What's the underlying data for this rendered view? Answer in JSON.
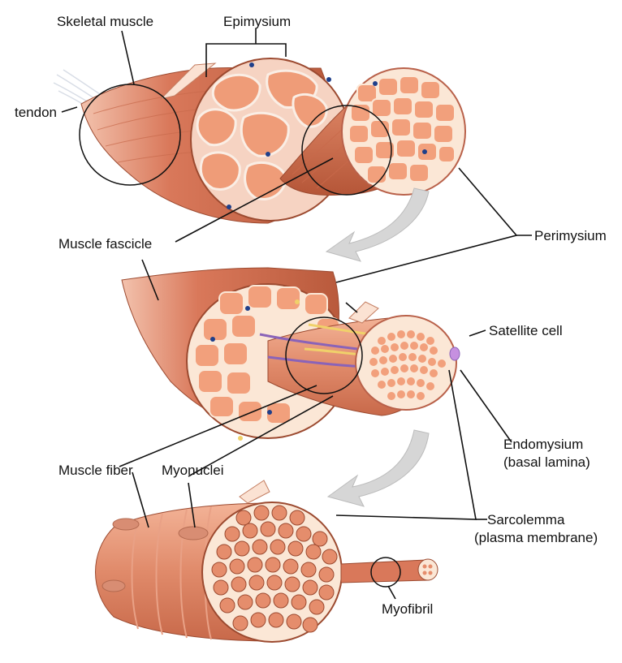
{
  "labels": {
    "skeletal_muscle": "Skeletal muscle",
    "epimysium": "Epimysium",
    "tendon": "tendon",
    "perimysium": "Perimysium",
    "muscle_fascicle": "Muscle fascicle",
    "satellite_cell": "Satellite cell",
    "endomysium": "Endomysium",
    "basal_lamina": "(basal lamina)",
    "muscle_fiber": "Muscle fiber",
    "myonuclei": "Myonuclei",
    "sarcolemma": "Sarcolemma",
    "plasma_membrane": "(plasma membrane)",
    "myofibril": "Myofibril"
  },
  "colors": {
    "muscle_dark": "#b95a3c",
    "muscle_mid": "#d9785a",
    "muscle_light": "#f0a684",
    "fiber_fill": "#f2a07c",
    "membrane": "#fbe7d6",
    "arrow": "#d6d6d6",
    "nerve_purple": "#8a63b8",
    "vessel_yellow": "#f0d16a",
    "vessel_blue": "#1f3f8a",
    "line": "#111111"
  },
  "icons": [
    "down-arrow-icon",
    "down-arrow-icon"
  ]
}
